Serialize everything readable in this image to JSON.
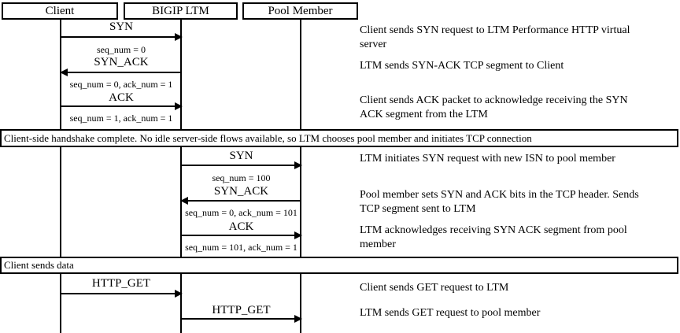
{
  "colors": {
    "line": "#000000",
    "background": "#ffffff"
  },
  "actors": [
    {
      "label": "Client"
    },
    {
      "label": "BIGIP LTM"
    },
    {
      "label": "Pool Member"
    }
  ],
  "messages": [
    {
      "label": "SYN",
      "detail": "seq_num = 0",
      "from": "Client",
      "to": "BIGIP LTM",
      "direction": "right"
    },
    {
      "label": "SYN_ACK",
      "detail": "seq_num = 0, ack_num = 1",
      "from": "BIGIP LTM",
      "to": "Client",
      "direction": "left"
    },
    {
      "label": "ACK",
      "detail": "seq_num = 1, ack_num = 1",
      "from": "Client",
      "to": "BIGIP LTM",
      "direction": "right"
    },
    {
      "label": "SYN",
      "detail": "seq_num = 100",
      "from": "BIGIP LTM",
      "to": "Pool Member",
      "direction": "right"
    },
    {
      "label": "SYN_ACK",
      "detail": "seq_num = 0, ack_num = 101",
      "from": "Pool Member",
      "to": "BIGIP LTM",
      "direction": "left"
    },
    {
      "label": "ACK",
      "detail": "seq_num = 101, ack_num = 1",
      "from": "BIGIP LTM",
      "to": "Pool Member",
      "direction": "right"
    },
    {
      "label": "HTTP_GET",
      "detail": "",
      "from": "Client",
      "to": "BIGIP LTM",
      "direction": "right"
    },
    {
      "label": "HTTP_GET",
      "detail": "",
      "from": "BIGIP LTM",
      "to": "Pool Member",
      "direction": "right"
    }
  ],
  "banners": [
    {
      "text": "Client-side handshake complete. No idle server-side flows available, so LTM chooses pool member and initiates TCP connection"
    },
    {
      "text": "Client sends data"
    }
  ],
  "annotations": [
    {
      "text": "Client sends SYN request to LTM Performance HTTP virtual\nserver"
    },
    {
      "text": "LTM sends SYN-ACK TCP segment to Client"
    },
    {
      "text": "Client sends ACK packet to acknowledge receiving the SYN\nACK segment from the LTM"
    },
    {
      "text": "LTM initiates SYN request with new ISN to pool member"
    },
    {
      "text": "Pool member sets SYN and ACK bits in the TCP header. Sends\nTCP segment sent to LTM"
    },
    {
      "text": "LTM acknowledges receiving SYN ACK segment from pool\nmember"
    },
    {
      "text": "Client sends GET request to LTM"
    },
    {
      "text": "LTM sends GET request to pool member"
    }
  ]
}
